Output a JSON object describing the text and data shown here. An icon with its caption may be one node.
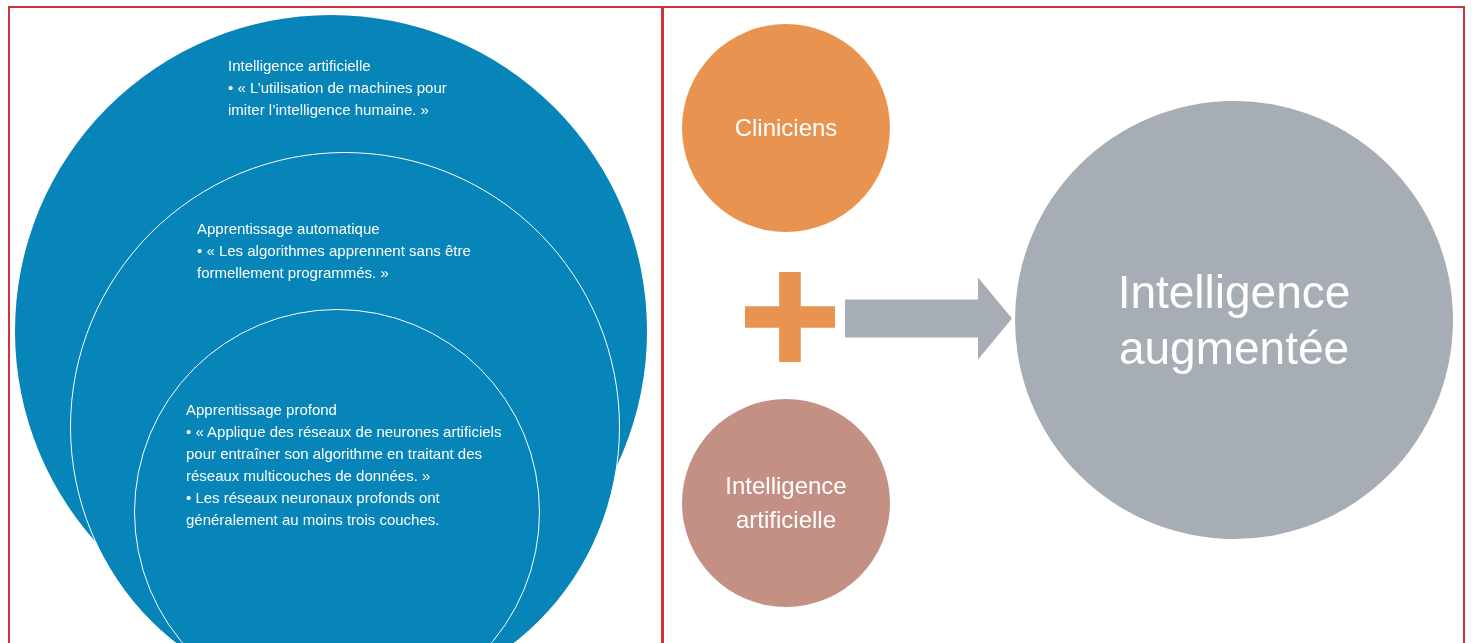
{
  "diagram": {
    "nodes": [
      {
        "text": [
          "Intelligence artificielle",
          "• « L’utilisation de machines pour imiter l’intelligence humaine. »"
        ]
      },
      {
        "text": [
          "Apprentissage automatique",
          "• « Les algorithmes apprennent sans être formellement programmés. »"
        ],
        "in": 0
      },
      {
        "text": [
          "Apprentissage profond",
          "• « Applique des réseaux de neurones artificiels pour entraîner son algorithme en traitant des réseaux multicouches de données. »",
          "• Les réseaux neuronaux profonds ont généralement au moins trois couches."
        ],
        "in": 1
      },
      {
        "text": [
          "Cliniciens"
        ]
      },
      {
        "text": [],
        "shape": "cross"
      },
      {
        "text": [
          "Intelligence artificielle"
        ]
      },
      {
        "text": [
          "Intelligence augmentée"
        ]
      }
    ],
    "edges": [
      {
        "from": 4,
        "to": 6,
        "arrow": "to"
      }
    ]
  }
}
